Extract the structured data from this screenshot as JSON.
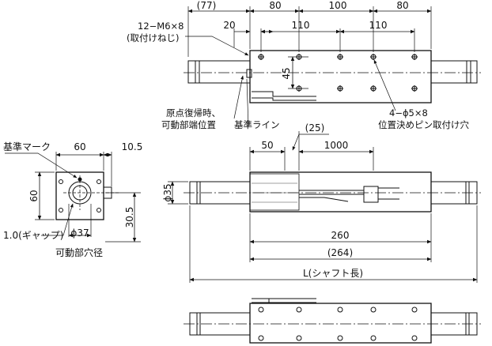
{
  "top_view": {
    "dim_row1": [
      "(77)",
      "80",
      "100",
      "80"
    ],
    "dim_row2": [
      "20",
      "110",
      "110"
    ],
    "dim_height": "45",
    "screw_label_line1": "12−M6×8",
    "screw_label_line2": "(取付けねじ)",
    "origin_label_line1": "原点復帰時、",
    "origin_label_line2": "可動部端位置",
    "datum_line_label": "基準ライン",
    "pin_hole_label_line1": "4−ϕ5×8",
    "pin_hole_label_line2": "位置決めピン取付け穴"
  },
  "end_view": {
    "mark_label": "基準マーク",
    "dim_width": "60",
    "dim_offset": "10.5",
    "dim_height": "60",
    "dim_center": "30.5",
    "dim_bore": "ϕ37",
    "gap_label": "1.0(ギャップ)",
    "bore_label": "可動部穴径"
  },
  "front_view": {
    "dim_25": "(25)",
    "dim_50": "50",
    "dim_1000": "1000",
    "dim_dia": "ϕ35",
    "dim_260": "260",
    "dim_264": "(264)",
    "dim_shaft": "L(シャフト長)"
  }
}
